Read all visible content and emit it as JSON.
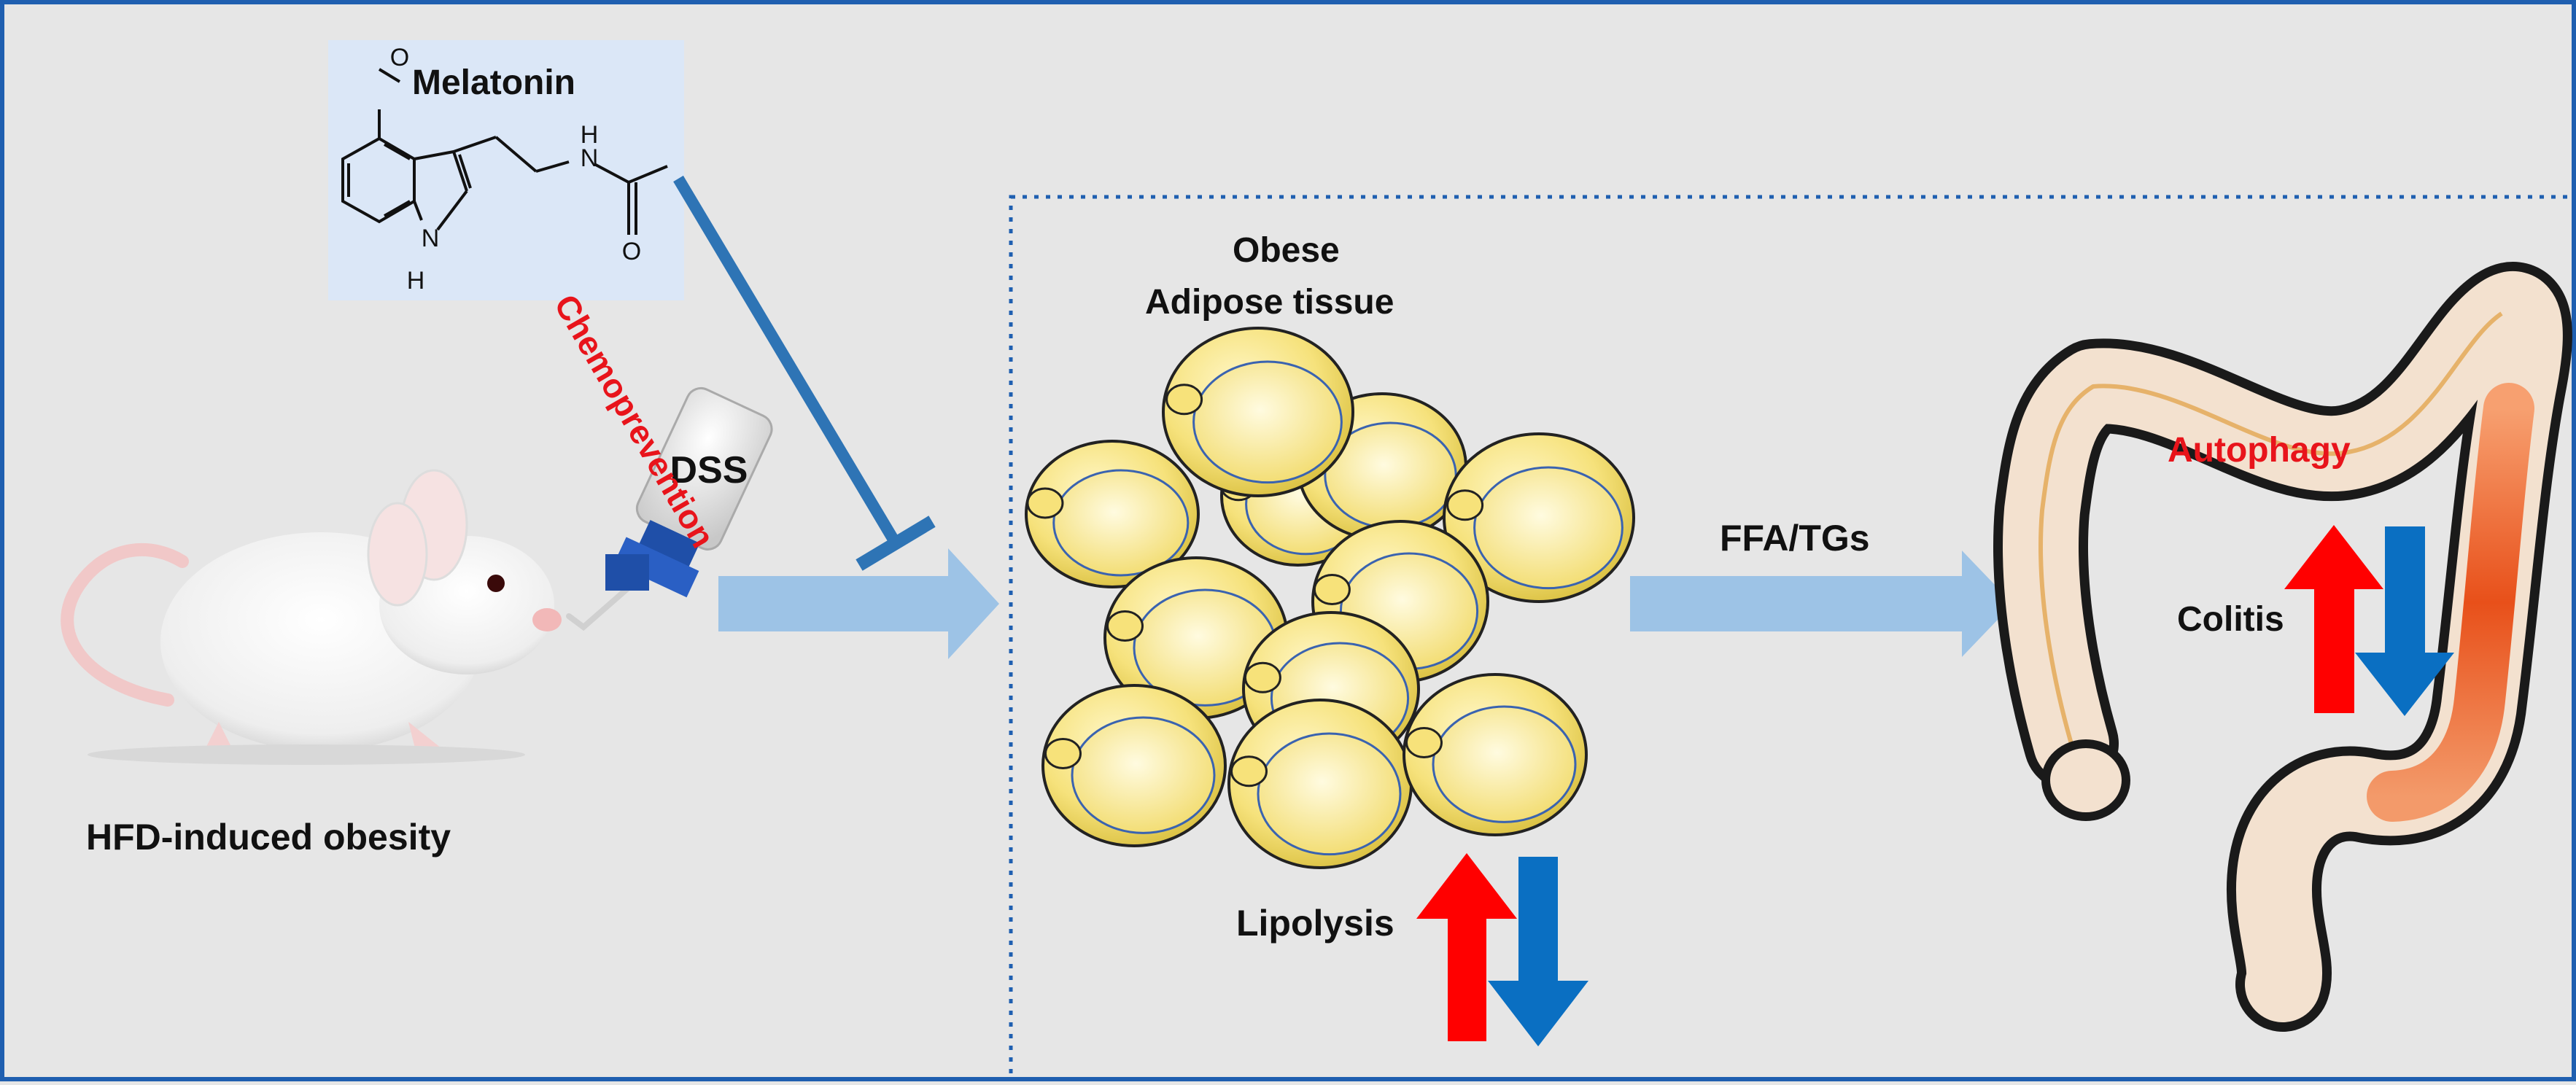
{
  "compound": {
    "name": "Melatonin",
    "atoms": {
      "methoxy_o": "O",
      "amide_n": "N",
      "amide_h": "H",
      "carbonyl_o": "O",
      "indole_n": "N",
      "indole_h": "H"
    }
  },
  "treatment": {
    "label": "Chemoprevention",
    "label_color": "#e8141b"
  },
  "model": {
    "caption": "HFD-induced obesity",
    "bottle_label": "DSS"
  },
  "adipose": {
    "title_line1": "Obese",
    "title_line2": "Adipose tissue",
    "process": "Lipolysis"
  },
  "flow": {
    "metabolites": "FFA/TGs"
  },
  "colon": {
    "process": "Autophagy",
    "process_color": "#e8141b",
    "condition": "Colitis"
  },
  "indicators": {
    "increase_color": "#ff0000",
    "decrease_color": "#0a6fc2"
  },
  "colors": {
    "frame": "#1f5fb0",
    "flow_arrow": "#9dc3e6",
    "inhibitor": "#2e74b5",
    "adipocyte": "#f7e27a"
  }
}
